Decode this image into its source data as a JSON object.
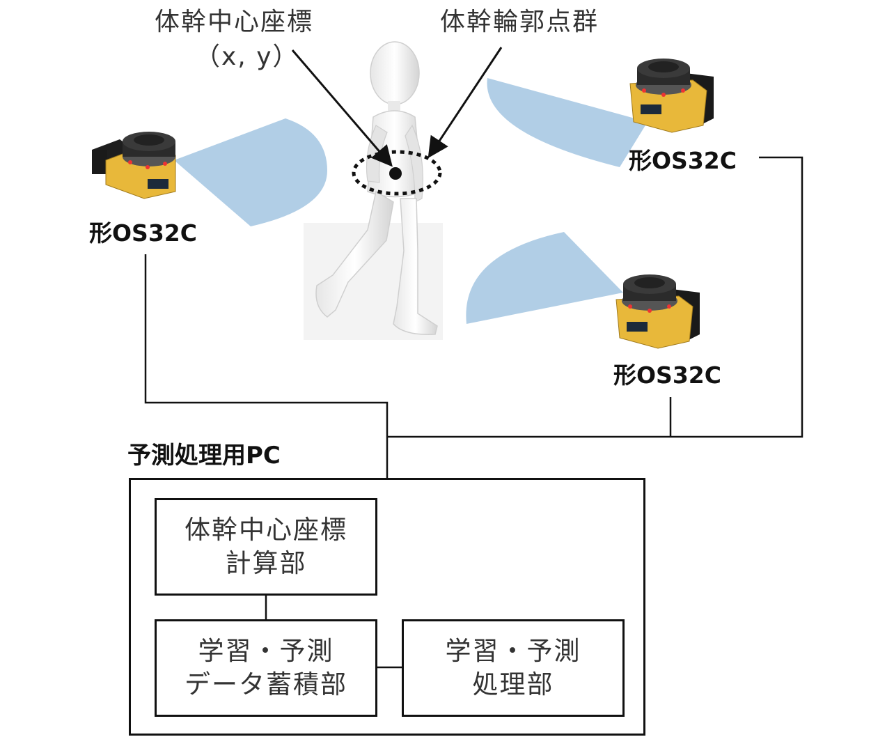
{
  "labels": {
    "trunk_center": "体幹中心座標",
    "trunk_center_coord": "（x, y）",
    "trunk_outline": "体幹輪郭点群",
    "sensor_left": "形OS32C",
    "sensor_right_top": "形OS32C",
    "sensor_right_bottom": "形OS32C",
    "pc_title": "予測処理用PC"
  },
  "boxes": {
    "calc": [
      "体幹中心座標",
      "計算部"
    ],
    "storage": [
      "学習・予測",
      "データ蓄積部"
    ],
    "processing": [
      "学習・予測",
      "処理部"
    ]
  },
  "colors": {
    "scan_area": "#a9c9e3",
    "sensor_body": "#e8b83a",
    "sensor_head": "#2b2b2b",
    "lines": "#111111"
  }
}
